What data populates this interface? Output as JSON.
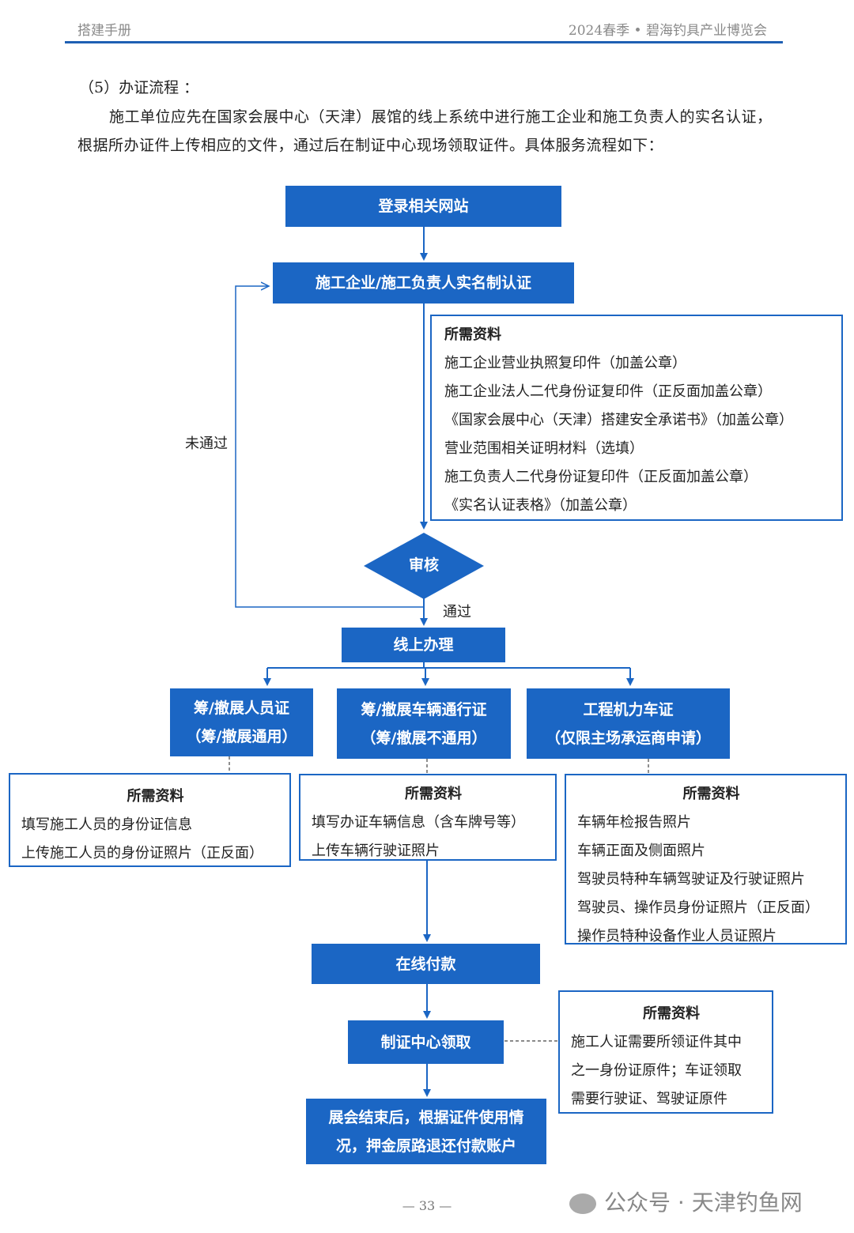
{
  "header": {
    "left": "搭建手册",
    "right": "2024春季 • 碧海钓具产业博览会"
  },
  "section_title": "（5）办证流程 ：",
  "intro": {
    "line1": "施工单位应先在国家会展中心（天津）展馆的线上系统中进行施工企业和施工负责人的实名认",
    "line2": "证，根据所办证件上传相应的文件，通过后在制证中心现场领取证件。具体服务流程如下："
  },
  "flow": {
    "login": "登录相关网站",
    "realname": "施工企业/施工负责人实名制认证",
    "review": "审核",
    "failed": "未通过",
    "passed": "通过",
    "online": "线上办理",
    "personnel": {
      "line1": "筹/撤展人员证",
      "line2": "（筹/撤展通用）"
    },
    "vehicle": {
      "line1": "筹/撤展车辆通行证",
      "line2": "（筹/撤展不通用）"
    },
    "machinery": {
      "line1": "工程机力车证",
      "line2": "（仅限主场承运商申请）"
    },
    "payment": "在线付款",
    "pickup": "制证中心领取",
    "refund": {
      "line1": "展会结束后，根据证件使用情",
      "line2": "况，押金原路退还付款账户"
    }
  },
  "materials": {
    "realname": {
      "title": "所需资料",
      "items": [
        "施工企业营业执照复印件（加盖公章）",
        "施工企业法人二代身份证复印件（正反面加盖公章）",
        "《国家会展中心（天津）搭建安全承诺书》（加盖公章）",
        "营业范围相关证明材料（选填）",
        "施工负责人二代身份证复印件（正反面加盖公章）",
        "《实名认证表格》（加盖公章）"
      ]
    },
    "personnel": {
      "title": "所需资料",
      "items": [
        "填写施工人员的身份证信息",
        "上传施工人员的身份证照片（正反面）"
      ]
    },
    "vehicle": {
      "title": "所需资料",
      "items": [
        "填写办证车辆信息（含车牌号等）",
        "上传车辆行驶证照片"
      ]
    },
    "machinery": {
      "title": "所需资料",
      "items": [
        "车辆年检报告照片",
        "车辆正面及侧面照片",
        "驾驶员特种车辆驾驶证及行驶证照片",
        "驾驶员、操作员身份证照片（正反面）",
        "操作员特种设备作业人员证照片"
      ]
    },
    "pickup": {
      "title": "所需资料",
      "items": [
        "施工人证需要所领证件其中",
        "之一身份证原件；车证领取",
        "需要行驶证、驾驶证原件"
      ]
    }
  },
  "page_number": "— 33 —",
  "watermark": "公众号 · 天津钓鱼网",
  "colors": {
    "box": "#1b66c4",
    "rule": "#1e5fb3"
  }
}
